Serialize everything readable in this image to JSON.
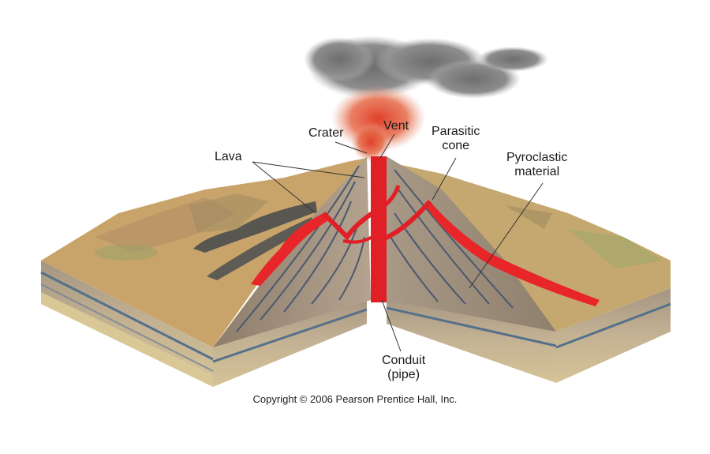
{
  "labels": {
    "crater": "Crater",
    "vent": "Vent",
    "lava": "Lava",
    "parasitic_cone": [
      "Parasitic",
      "cone"
    ],
    "pyroclastic": [
      "Pyroclastic",
      "material"
    ],
    "conduit": [
      "Conduit",
      "(pipe)"
    ]
  },
  "copyright": "Copyright © 2006 Pearson Prentice Hall, Inc.",
  "colors": {
    "lava": "#e8262a",
    "magma_conduit": "#e01f26",
    "cone_ash": "#9a8a78",
    "terrain": "#c7a672",
    "rock_layer": "#cbb796",
    "ash_cloud": "#7a7a7a"
  }
}
